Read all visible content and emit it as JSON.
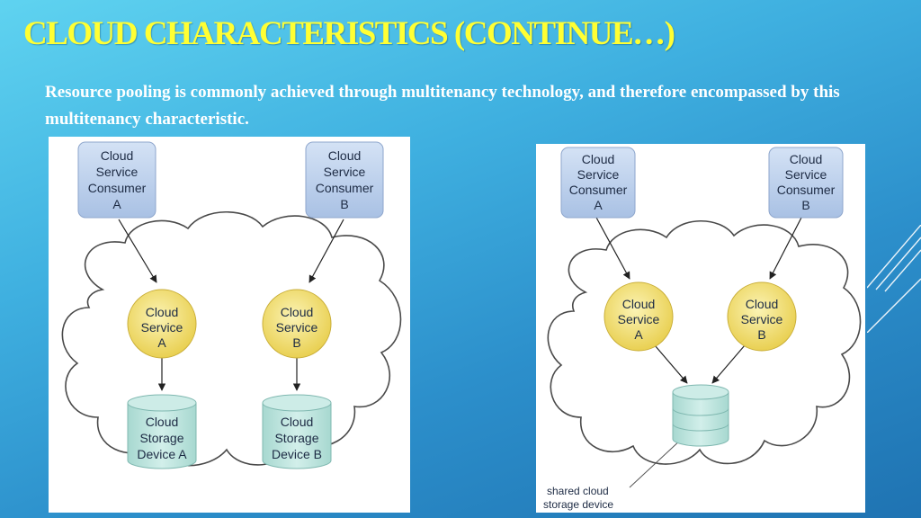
{
  "title": "CLOUD CHARACTERISTICS (CONTINUE…)",
  "body_text": "Resource pooling is commonly achieved through multitenancy technology, and therefore encompassed by this multitenancy characteristic.",
  "left_diagram": {
    "consumer_a": [
      "Cloud",
      "Service",
      "Consumer",
      "A"
    ],
    "consumer_b": [
      "Cloud",
      "Service",
      "Consumer",
      "B"
    ],
    "service_a": [
      "Cloud",
      "Service",
      "A"
    ],
    "service_b": [
      "Cloud",
      "Service",
      "B"
    ],
    "storage_a": [
      "Cloud",
      "Storage",
      "Device A"
    ],
    "storage_b": [
      "Cloud",
      "Storage",
      "Device B"
    ]
  },
  "right_diagram": {
    "consumer_a": [
      "Cloud",
      "Service",
      "Consumer",
      "A"
    ],
    "consumer_b": [
      "Cloud",
      "Service",
      "Consumer",
      "B"
    ],
    "service_a": [
      "Cloud",
      "Service",
      "A"
    ],
    "service_b": [
      "Cloud",
      "Service",
      "B"
    ],
    "shared_label": [
      "shared cloud",
      "storage device"
    ]
  },
  "colors": {
    "title": "#ffff33",
    "consumer_fill": "#b9cdea",
    "service_fill": "#f3e27a",
    "storage_fill": "#b8e0da"
  }
}
